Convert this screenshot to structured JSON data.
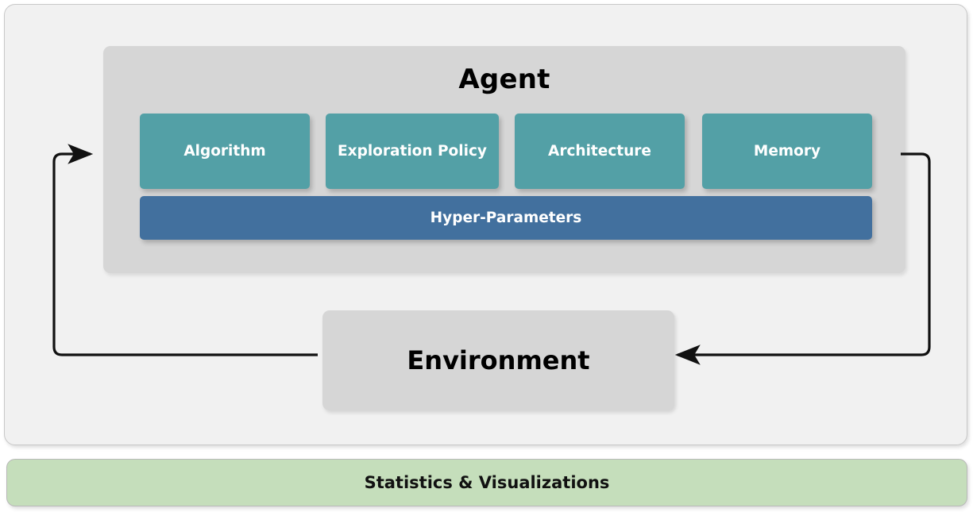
{
  "diagram": {
    "outer_panel": {
      "name": "reinforcement-learning-loop",
      "background_color": "#f1f1f1",
      "border_color": "#c8c8c8"
    },
    "agent": {
      "title": "Agent",
      "background_color": "#d6d6d6",
      "components": [
        {
          "label": "Algorithm",
          "color": "#53a0a6"
        },
        {
          "label": "Exploration Policy",
          "color": "#53a0a6"
        },
        {
          "label": "Architecture",
          "color": "#53a0a6"
        },
        {
          "label": "Memory",
          "color": "#53a0a6"
        }
      ],
      "hyper_parameters": {
        "label": "Hyper-Parameters",
        "color": "#42709e"
      }
    },
    "environment": {
      "label": "Environment",
      "background_color": "#d6d6d6"
    },
    "statistics_bar": {
      "label": "Statistics & Visualizations",
      "background_color": "#c5debb"
    },
    "connectors": [
      {
        "name": "environment-to-agent-arrow",
        "from": "Environment",
        "to": "Agent",
        "direction": "left-up-right",
        "color": "#111111"
      },
      {
        "name": "agent-to-environment-arrow",
        "from": "Agent",
        "to": "Environment",
        "direction": "right-down-left",
        "color": "#111111"
      }
    ]
  }
}
